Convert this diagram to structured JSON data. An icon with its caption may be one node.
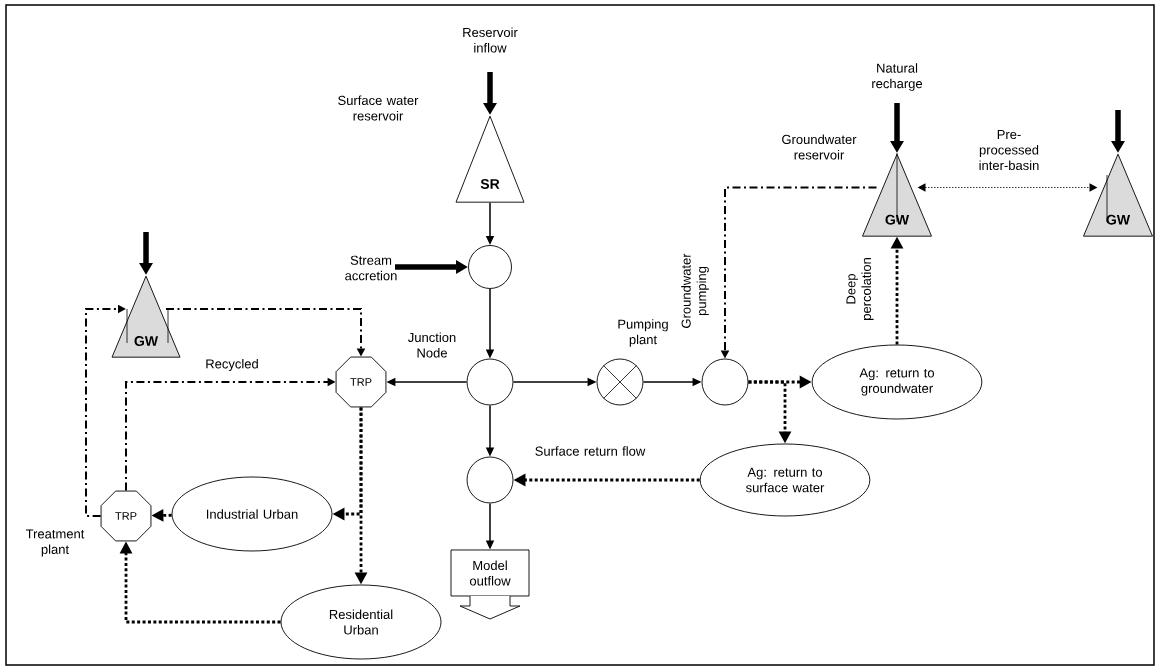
{
  "diagram": {
    "nodes": [
      {
        "text": [
          "SR"
        ],
        "beside": [
          "Surface water reservoir"
        ]
      },
      {
        "text": [],
        "shape": "circle"
      },
      {
        "text": [
          "GW"
        ]
      },
      {
        "text": [
          "TRP"
        ]
      },
      {
        "text": [],
        "shape": "circle",
        "beside": [
          "Junction Node"
        ]
      },
      {
        "text": [],
        "shape": "circle",
        "beside": [
          "Pumping plant"
        ]
      },
      {
        "text": [],
        "shape": "circle"
      },
      {
        "text": [
          "GW"
        ],
        "beside": [
          "Groundwater reservoir"
        ]
      },
      {
        "text": [
          "GW"
        ]
      },
      {
        "text": [
          "Ag: return to groundwater"
        ]
      },
      {
        "text": [],
        "shape": "circle"
      },
      {
        "text": [
          "Ag: return to surface water"
        ]
      },
      {
        "text": [
          "TRP"
        ],
        "beside": [
          "Treatment plant"
        ]
      },
      {
        "text": [
          "Industrial Urban"
        ]
      },
      {
        "text": [
          "Residential Urban"
        ]
      },
      {
        "text": [
          "Model outflow"
        ]
      }
    ],
    "edges": [
      {
        "from": null,
        "to": 0,
        "arrow": "to",
        "label": "Reservoir inflow",
        "style": "thick"
      },
      {
        "from": 0,
        "to": 1,
        "arrow": "to"
      },
      {
        "from": null,
        "to": 1,
        "arrow": "to",
        "label": "Stream accretion",
        "style": "thick"
      },
      {
        "from": 1,
        "to": 4,
        "arrow": "to"
      },
      {
        "from": 4,
        "to": 3,
        "arrow": "to"
      },
      {
        "from": 4,
        "to": 5,
        "arrow": "to"
      },
      {
        "from": 5,
        "to": 6,
        "arrow": "to"
      },
      {
        "from": 4,
        "to": 10,
        "arrow": "to"
      },
      {
        "from": 10,
        "to": 15,
        "arrow": "to"
      },
      {
        "from": 6,
        "to": 9,
        "arrow": "to",
        "style": "dashed"
      },
      {
        "from": 6,
        "to": 11,
        "arrow": "to",
        "style": "dashed"
      },
      {
        "from": 9,
        "to": 7,
        "arrow": "to",
        "label": "Deep percolation",
        "style": "dashed"
      },
      {
        "from": 7,
        "to": 6,
        "arrow": "to",
        "label": "Groundwater pumping",
        "style": "dashed"
      },
      {
        "from": 7,
        "to": 8,
        "arrow": "both",
        "label": "Pre-processed inter-basin",
        "style": "dashed"
      },
      {
        "from": null,
        "to": 7,
        "arrow": "to",
        "label": "Natural recharge",
        "style": "thick"
      },
      {
        "from": null,
        "to": 8,
        "arrow": "to",
        "style": "thick"
      },
      {
        "from": 11,
        "to": 10,
        "arrow": "to",
        "label": "Surface return flow",
        "style": "dashed"
      },
      {
        "from": 3,
        "to": 14,
        "arrow": "to",
        "style": "dashed"
      },
      {
        "from": 3,
        "to": 13,
        "arrow": "to",
        "style": "dashed"
      },
      {
        "from": 13,
        "to": 12,
        "arrow": "to",
        "style": "dashed"
      },
      {
        "from": 14,
        "to": 12,
        "arrow": "to",
        "style": "dashed"
      },
      {
        "from": 12,
        "to": 3,
        "arrow": "to",
        "label": "Recycled",
        "style": "dashed"
      },
      {
        "from": 12,
        "to": 2,
        "arrow": "to",
        "style": "dashed"
      },
      {
        "from": 2,
        "to": 3,
        "arrow": "to",
        "style": "dashed"
      },
      {
        "from": null,
        "to": 2,
        "arrow": "to",
        "style": "thick"
      }
    ]
  }
}
